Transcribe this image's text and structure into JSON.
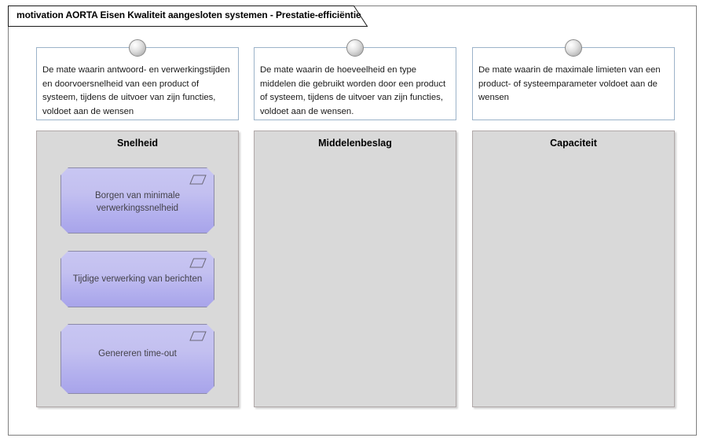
{
  "view": {
    "title": "motivation AORTA Eisen Kwaliteit aangesloten systemen - Prestatie-efficiëntie"
  },
  "columns": [
    {
      "note": "De mate waarin antwoord- en verwerkingstijden en doorvoersnelheid van een product of systeem, tijdens de uitvoer van zijn functies, voldoet aan de wensen",
      "group_title": "Snelheid",
      "requirements": [
        {
          "label": "Borgen van minimale verwerkingssnelheid"
        },
        {
          "label": "Tijdige verwerking van berichten"
        },
        {
          "label": "Genereren time-out"
        }
      ]
    },
    {
      "note": "De mate waarin de hoeveelheid en type middelen die gebruikt worden door een product of systeem, tijdens de uitvoer van zijn functies, voldoet aan de wensen.",
      "group_title": "Middelenbeslag",
      "requirements": []
    },
    {
      "note": "De mate waarin de maximale limieten van een product- of systeemparameter voldoet aan de wensen",
      "group_title": "Capaciteit",
      "requirements": []
    }
  ],
  "icons": {
    "requirement": "requirement-parallelogram-icon",
    "note_anchor": "motivation-sphere-icon"
  },
  "colors": {
    "frame_border": "#7f7f7f",
    "note_border": "#9cb3c9",
    "group_fill": "#d9d9d9",
    "group_border": "#b0a8a8",
    "requirement_fill_top": "#c8c6f2",
    "requirement_fill_bottom": "#a8a4ea",
    "requirement_border": "#8c8aa8",
    "requirement_text": "#44424a"
  }
}
